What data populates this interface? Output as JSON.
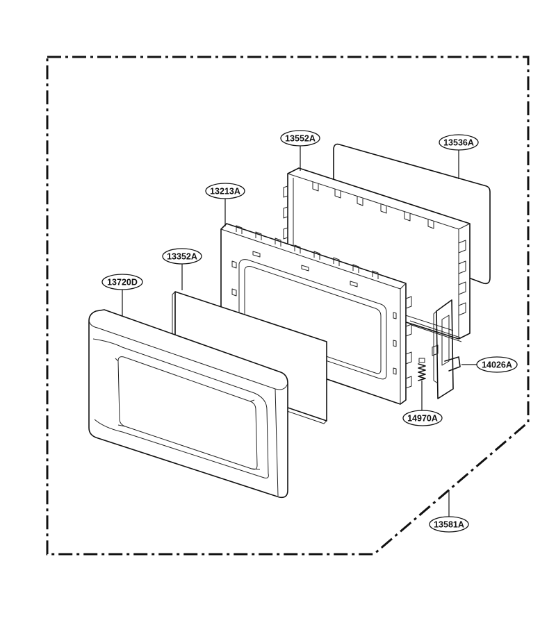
{
  "callouts": [
    {
      "id": "door-choke",
      "label": "13552A"
    },
    {
      "id": "door-screen",
      "label": "13536A"
    },
    {
      "id": "door-frame",
      "label": "13213A"
    },
    {
      "id": "door-glass",
      "label": "13352A"
    },
    {
      "id": "door-front-panel",
      "label": "13720D"
    },
    {
      "id": "latch-key",
      "label": "14026A"
    },
    {
      "id": "latch-spring",
      "label": "14970A"
    },
    {
      "id": "door-assembly",
      "label": "13581A"
    }
  ],
  "colors": {
    "line": "#111111",
    "background": "#ffffff"
  }
}
